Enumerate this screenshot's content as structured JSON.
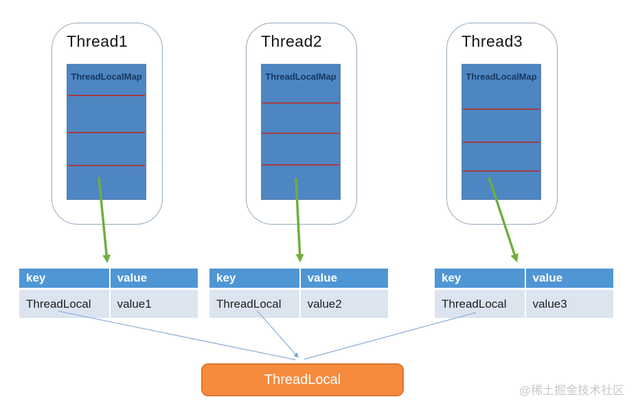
{
  "diagram": {
    "threads": [
      {
        "title": "Thread1",
        "map_label": "ThreadLocalMap"
      },
      {
        "title": "Thread2",
        "map_label": "ThreadLocalMap"
      },
      {
        "title": "Thread3",
        "map_label": "ThreadLocalMap"
      }
    ],
    "tables": [
      {
        "key_header": "key",
        "value_header": "value",
        "key": "ThreadLocal",
        "value": "value1"
      },
      {
        "key_header": "key",
        "value_header": "value",
        "key": "ThreadLocal",
        "value": "value2"
      },
      {
        "key_header": "key",
        "value_header": "value",
        "key": "ThreadLocal",
        "value": "value3"
      }
    ],
    "shared_box_label": "ThreadLocal",
    "watermark": "@稀土掘金技术社区",
    "colors": {
      "map_box_fill": "#4d86c3",
      "map_divider": "#a83a42",
      "map_label_text": "#17375e",
      "table_header_fill": "#4f96d5",
      "table_row_fill": "#dce4f0",
      "green_arrow": "#6fae3d",
      "blue_link_line": "#8fb0d8",
      "shared_box_fill": "#f68b3e",
      "shared_box_border": "#de752d",
      "container_border": "#93a9bf"
    }
  }
}
